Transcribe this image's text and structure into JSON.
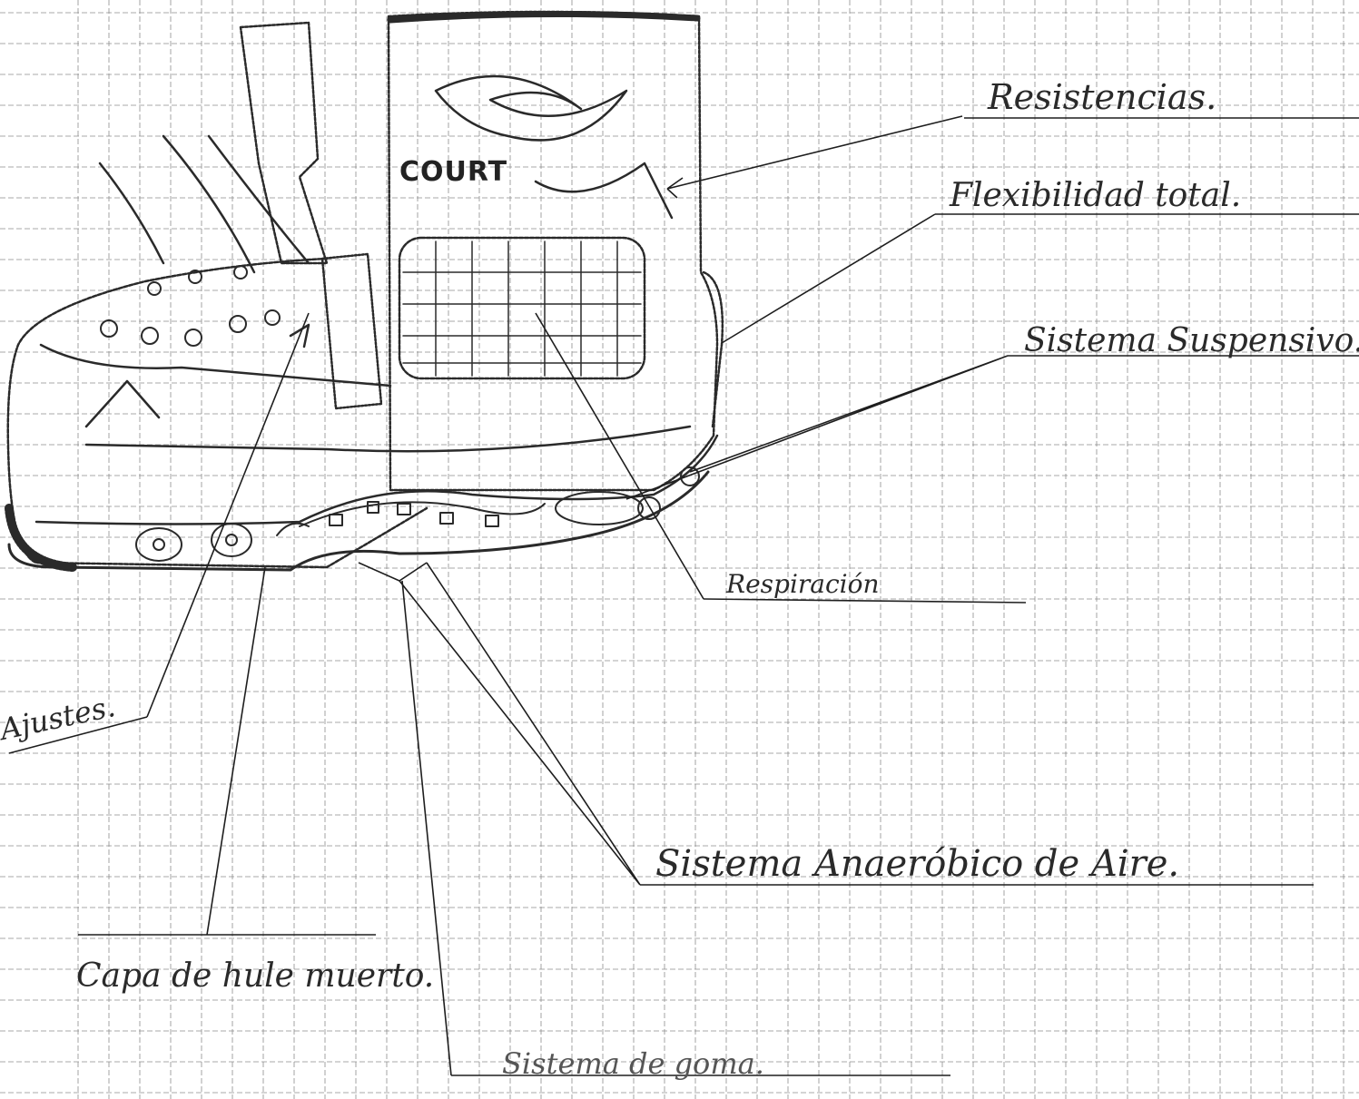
{
  "brand_text": "COURT",
  "labels": {
    "resistencias": "Resistencias.",
    "flexibilidad": "Flexibilidad total.",
    "suspensivo": "Sistema Suspensivo.",
    "respiracion": "Respiración",
    "ajustes": "Ajustes.",
    "anaerobico": "Sistema Anaeróbico de Aire.",
    "capa": "Capa de hule muerto.",
    "goma": "Sistema de goma."
  },
  "colors": {
    "grid": "#8d8d8d",
    "ink": "#2a2a2a",
    "paper": "#ffffff"
  }
}
